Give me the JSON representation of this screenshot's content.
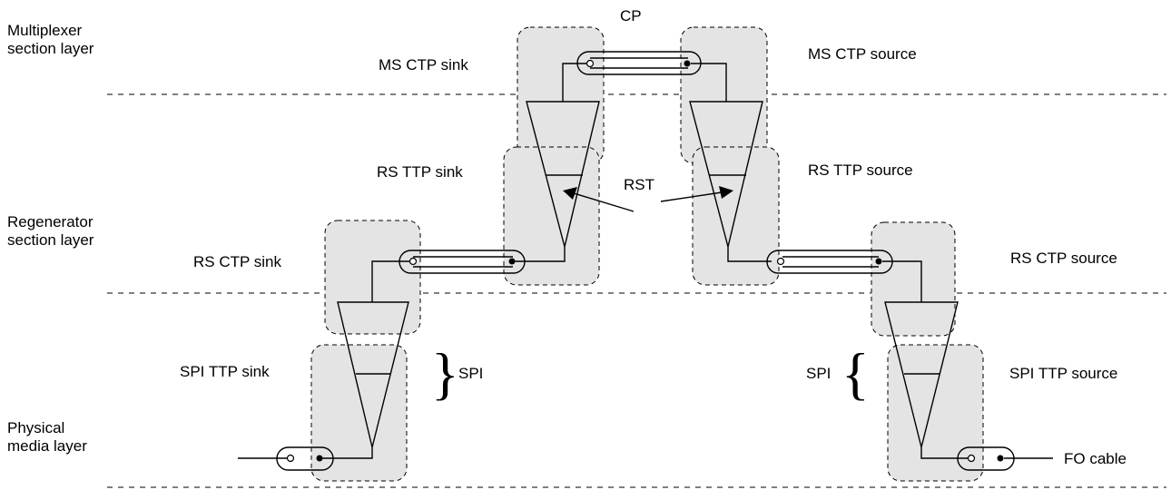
{
  "layers": {
    "multiplexer": "Multiplexer\nsection layer",
    "regenerator": "Regenerator\nsection layer",
    "physical": "Physical\nmedia layer"
  },
  "points": {
    "cp": "CP",
    "ms_ctp_sink": "MS CTP sink",
    "ms_ctp_source": "MS CTP source",
    "rs_ttp_sink": "RS TTP sink",
    "rs_ttp_source": "RS TTP source",
    "rst": "RST",
    "rs_ctp_sink": "RS CTP sink",
    "rs_ctp_source": "RS CTP source",
    "spi_ttp_sink": "SPI TTP sink",
    "spi_ttp_source": "SPI TTP source",
    "spi_left": "SPI",
    "spi_right": "SPI",
    "fo_cable": "FO cable"
  }
}
